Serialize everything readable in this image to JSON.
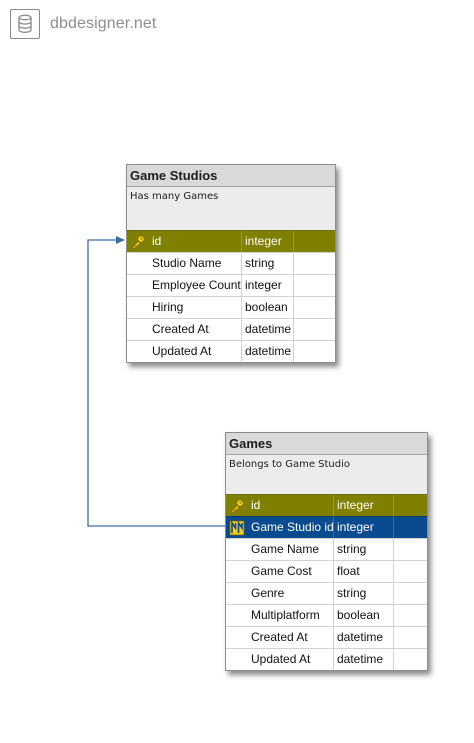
{
  "logo": {
    "text": "dbdesigner.net",
    "icon": "database-icon"
  },
  "colors": {
    "primary_key_row": "#7f7f00",
    "foreign_key_row": "#0a4b8f",
    "title_bar": "#d9d9d9",
    "connector": "#3a6ea5"
  },
  "tables": {
    "game_studios": {
      "title": "Game Studios",
      "description": "Has many Games",
      "columns": [
        {
          "name": "id",
          "type": "integer",
          "key": "primary",
          "icon": "key-icon"
        },
        {
          "name": "Studio Name",
          "type": "string"
        },
        {
          "name": "Employee Count",
          "type": "integer"
        },
        {
          "name": "Hiring",
          "type": "boolean"
        },
        {
          "name": "Created At",
          "type": "datetime"
        },
        {
          "name": "Updated At",
          "type": "datetime"
        }
      ]
    },
    "games": {
      "title": "Games",
      "description": "Belongs to Game Studio",
      "columns": [
        {
          "name": "id",
          "type": "integer",
          "key": "primary",
          "icon": "key-icon"
        },
        {
          "name": "Game Studio id",
          "type": "integer",
          "key": "foreign",
          "icon": "foreign-key-icon"
        },
        {
          "name": "Game Name",
          "type": "string"
        },
        {
          "name": "Game Cost",
          "type": "float"
        },
        {
          "name": "Genre",
          "type": "string"
        },
        {
          "name": "Multiplatform",
          "type": "boolean"
        },
        {
          "name": "Created At",
          "type": "datetime"
        },
        {
          "name": "Updated At",
          "type": "datetime"
        }
      ]
    }
  },
  "relations": [
    {
      "from": "games.Game Studio id",
      "to": "game_studios.id"
    }
  ]
}
